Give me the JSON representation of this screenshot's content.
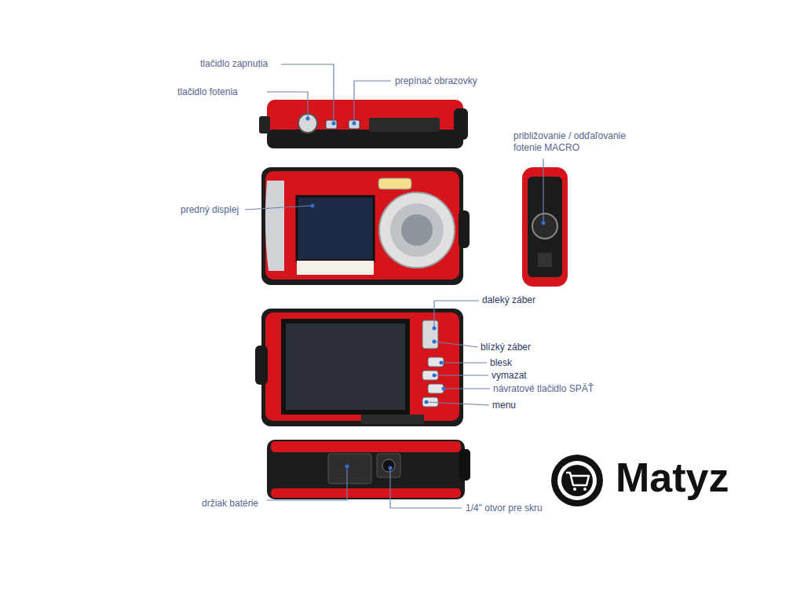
{
  "diagram": {
    "labels": [
      "tlačidlo zapnutia",
      "tlačidlo fotenia",
      "prepínač obrazovky",
      "približovanie / odďaľovanie fotenie MACRO",
      "predný displej",
      "daleký záber",
      "blízký záber",
      "blesk",
      "vymazat",
      "návratové tlačidlo SPÄŤ",
      "menu",
      "držiak batérie",
      "1/4\" otvor pre skru",
      "Matyz"
    ]
  }
}
